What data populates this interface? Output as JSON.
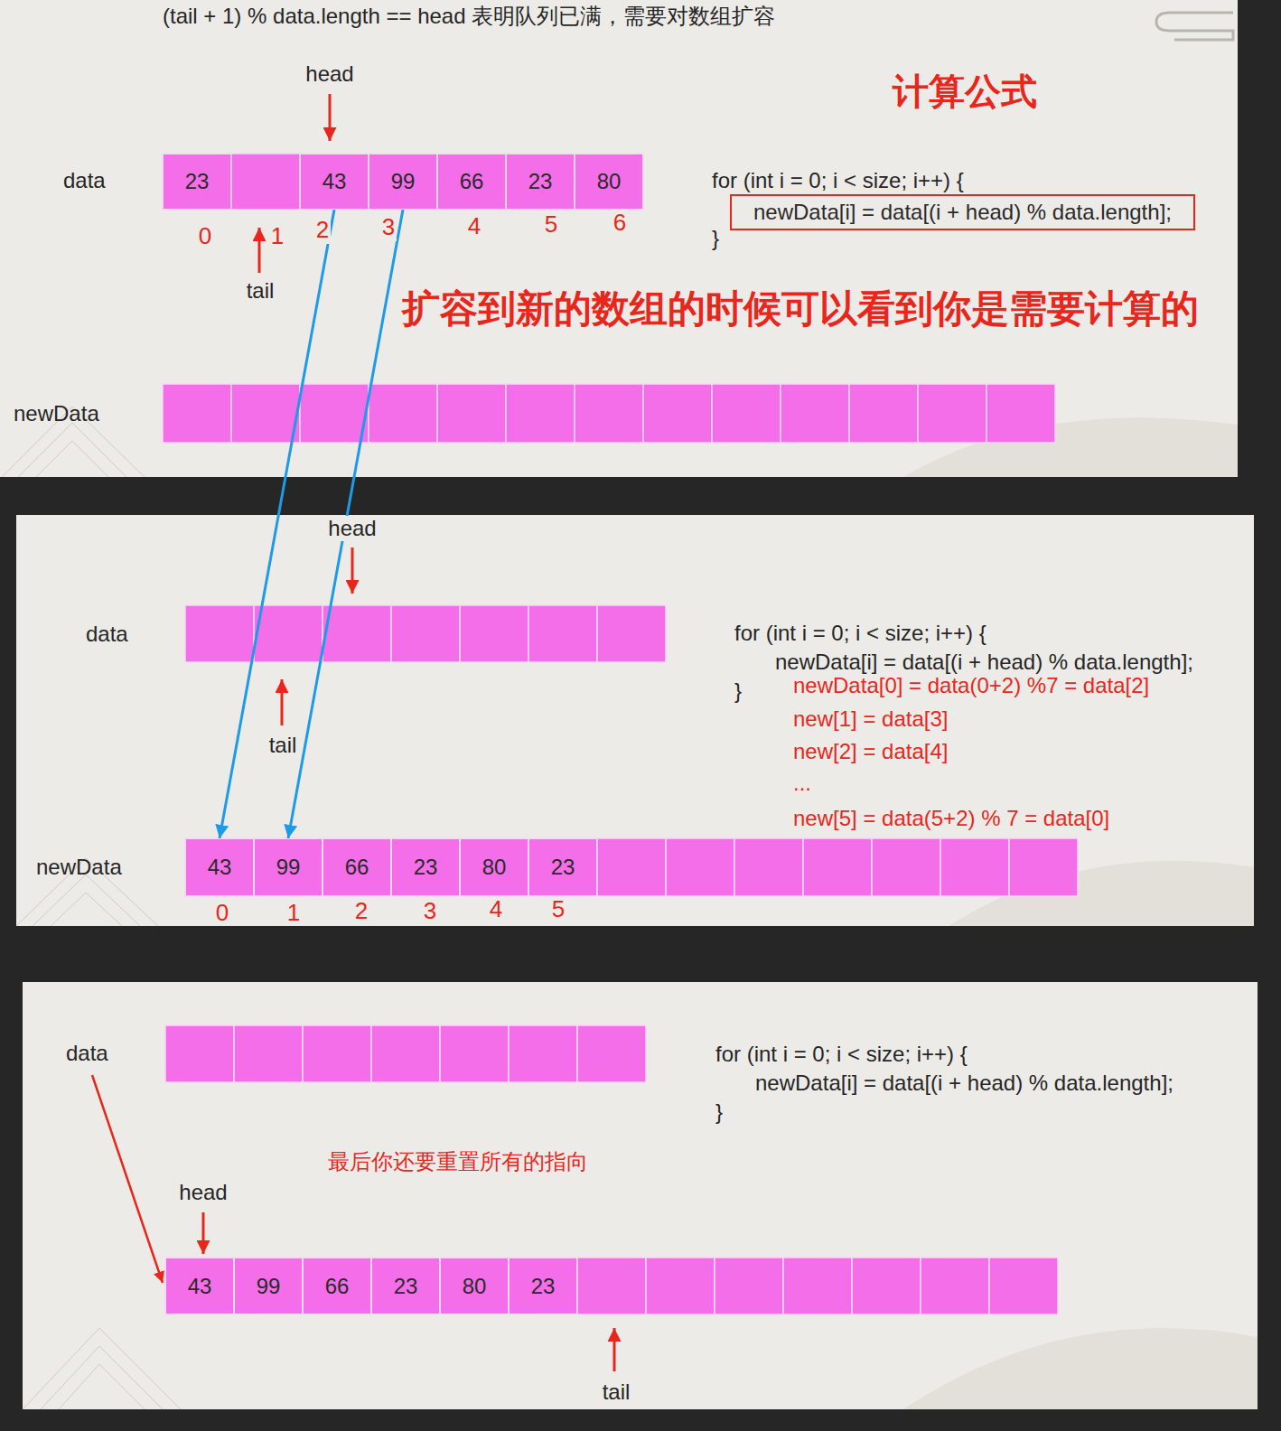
{
  "diagram": {
    "title": "(tail + 1) % data.length == head 表明队列已满，需要对数组扩容",
    "nodes": [
      {
        "text": [
          "23"
        ]
      },
      {
        "text": [
          "43"
        ]
      },
      {
        "text": [
          "99"
        ]
      },
      {
        "text": [
          "66"
        ]
      },
      {
        "text": [
          "23"
        ]
      },
      {
        "text": [
          "80"
        ]
      },
      {
        "text": [
          "newData[i] = data[(i + head) % data.length];"
        ]
      },
      {
        "text": [
          "43"
        ]
      },
      {
        "text": [
          "99"
        ]
      },
      {
        "text": [
          "66"
        ]
      },
      {
        "text": [
          "23"
        ]
      },
      {
        "text": [
          "80"
        ]
      },
      {
        "text": [
          "23"
        ]
      },
      {
        "text": [
          "43"
        ]
      },
      {
        "text": [
          "99"
        ]
      },
      {
        "text": [
          "66"
        ]
      },
      {
        "text": [
          "23"
        ]
      },
      {
        "text": [
          "80"
        ]
      },
      {
        "text": [
          "23"
        ]
      }
    ],
    "edges": [
      {
        "from": 1,
        "to": 7,
        "arrow": "to"
      },
      {
        "from": 2,
        "to": 8,
        "arrow": "to"
      }
    ],
    "labels": [
      "head",
      "data",
      "0",
      "1",
      "2",
      "3",
      "4",
      "5",
      "6",
      "tail",
      "计算公式",
      "for (int i = 0; i < size; i++) {",
      "}",
      "扩容到新的数组的时候可以看到你是需要计算的",
      "newData",
      "head",
      "data",
      "tail",
      "for (int i = 0; i < size; i++) {",
      "newData[i] = data[(i + head) % data.length];",
      "}",
      "newData[0] = data(0+2) %7 = data[2]",
      "new[1] = data[3]",
      "new[2] = data[4]",
      "...",
      "new[5] = data(5+2) % 7 = data[0]",
      "newData",
      "0",
      "1",
      "2",
      "3",
      "4",
      "5",
      "data",
      "for (int i = 0; i < size; i++) {",
      "newData[i] = data[(i + head) % data.length];",
      "}",
      "最后你还要重置所有的指向",
      "head",
      "tail"
    ]
  }
}
